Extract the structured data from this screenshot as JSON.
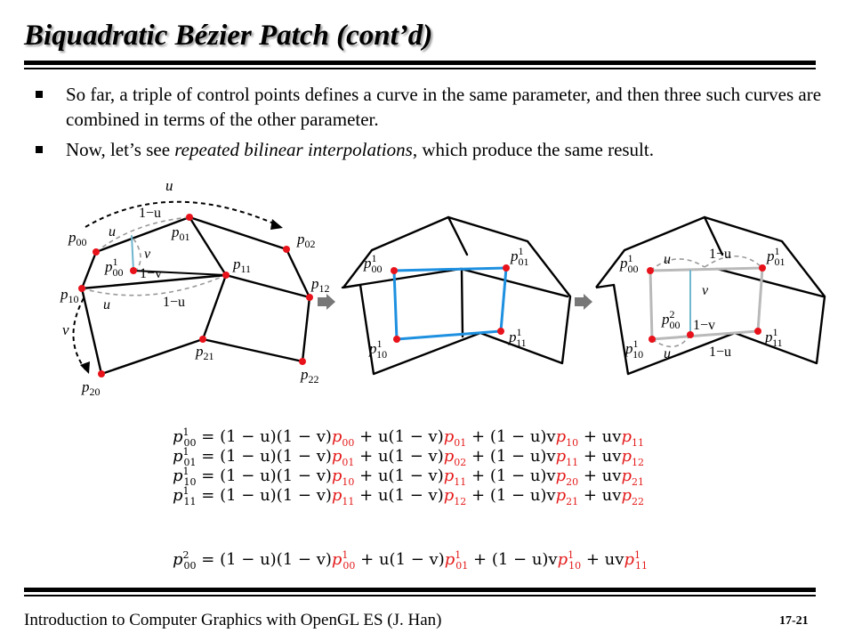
{
  "title": "Biquadratic Bézier Patch (cont’d)",
  "bullets": [
    {
      "text": "So far, a triple of control points defines a curve in the same parameter, and then three such curves are combined in terms of the other parameter."
    },
    {
      "before": "Now, let’s see ",
      "emph": "repeated bilinear interpolations",
      "after": ", which produce the same result."
    }
  ],
  "figure1": {
    "points": [
      {
        "name": "p",
        "sub": "00"
      },
      {
        "name": "p",
        "sub": "01"
      },
      {
        "name": "p",
        "sub": "02"
      },
      {
        "name": "p",
        "sub": "10"
      },
      {
        "name": "p",
        "sub": "11"
      },
      {
        "name": "p",
        "sub": "12"
      },
      {
        "name": "p",
        "sub": "20"
      },
      {
        "name": "p",
        "sub": "21"
      },
      {
        "name": "p",
        "sub": "22"
      }
    ],
    "interp_point": {
      "name": "p",
      "sub": "00",
      "sup": "1"
    },
    "params": {
      "u": "u",
      "v": "v",
      "one_minus_u": "1−u",
      "one_minus_v": "1−v"
    }
  },
  "figure2": {
    "points": [
      {
        "name": "p",
        "sub": "00",
        "sup": "1"
      },
      {
        "name": "p",
        "sub": "01",
        "sup": "1"
      },
      {
        "name": "p",
        "sub": "10",
        "sup": "1"
      },
      {
        "name": "p",
        "sub": "11",
        "sup": "1"
      }
    ]
  },
  "figure3": {
    "points": [
      {
        "name": "p",
        "sub": "00",
        "sup": "1"
      },
      {
        "name": "p",
        "sub": "01",
        "sup": "1"
      },
      {
        "name": "p",
        "sub": "10",
        "sup": "1"
      },
      {
        "name": "p",
        "sub": "11",
        "sup": "1"
      }
    ],
    "interp_point": {
      "name": "p",
      "sub": "00",
      "sup": "2"
    }
  },
  "equations": [
    {
      "lhs": "00",
      "lhs_sup": "1",
      "terms": [
        "00",
        "01",
        "10",
        "11"
      ]
    },
    {
      "lhs": "01",
      "lhs_sup": "1",
      "terms": [
        "01",
        "02",
        "11",
        "12"
      ]
    },
    {
      "lhs": "10",
      "lhs_sup": "1",
      "terms": [
        "10",
        "11",
        "20",
        "21"
      ]
    },
    {
      "lhs": "11",
      "lhs_sup": "1",
      "terms": [
        "11",
        "12",
        "21",
        "22"
      ]
    }
  ],
  "equation2": {
    "lhs": "00",
    "lhs_sup": "2",
    "terms": [
      "00",
      "01",
      "10",
      "11"
    ],
    "terms_sup": "1"
  },
  "eq_text": {
    "eq": "=",
    "c1": "(1 − u)(1 − v)",
    "c2": "+ u(1 − v)",
    "c3": "+ (1 − u)v",
    "c4": "+ uv"
  },
  "colors": {
    "control_point": "#e8121b",
    "interp_line": "#6fb6cf",
    "blue_quad": "#1e90e0",
    "gray_quad": "#b9b9b9",
    "red_term": "#e41a1a"
  },
  "footer": {
    "left": "Introduction to Computer Graphics with OpenGL ES (J. Han)",
    "right": "17-21"
  }
}
